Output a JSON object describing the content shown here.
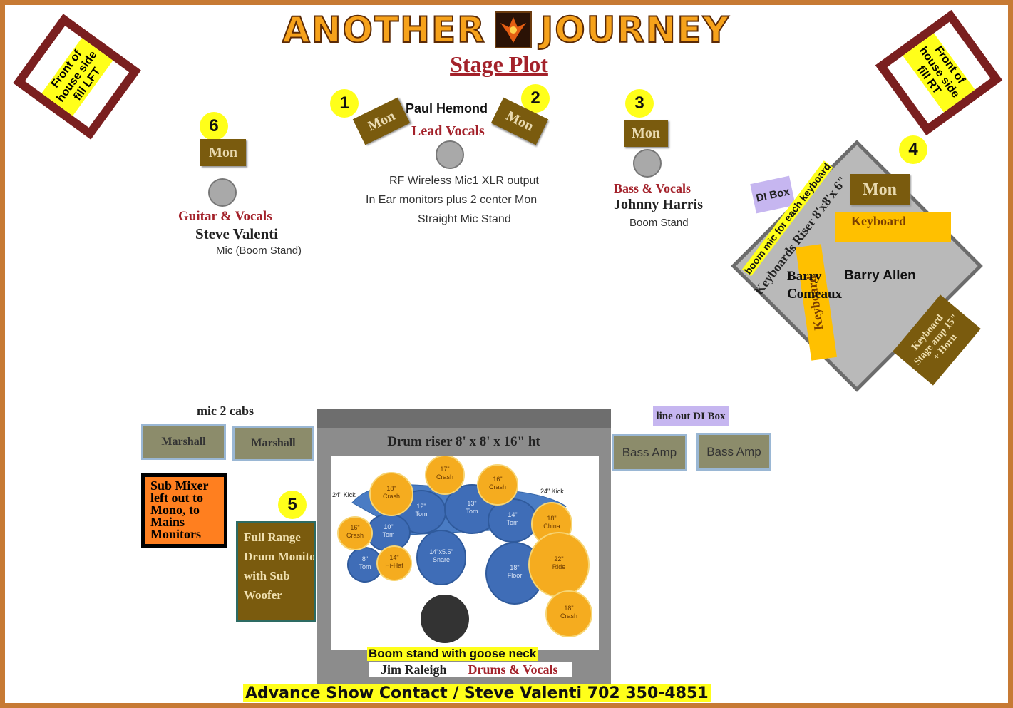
{
  "header": {
    "band_name_left": "ANOTHER",
    "band_name_right": "JOURNEY",
    "subtitle": "Stage Plot"
  },
  "foh_left": "Front of house side fill LFT",
  "foh_right": "Front of house side fill RT",
  "monitor_label": "Mon",
  "positions": {
    "n1": "1",
    "n2": "2",
    "n3": "3",
    "n4": "4",
    "n5": "5",
    "n6": "6"
  },
  "lead": {
    "name": "Paul Hemond",
    "role": "Lead Vocals",
    "notes": [
      "RF Wireless Mic1 XLR output",
      "In Ear monitors plus 2 center Mon",
      "Straight Mic Stand"
    ]
  },
  "guitar": {
    "role": "Guitar & Vocals",
    "name": "Steve Valenti",
    "note": "Mic (Boom Stand)"
  },
  "bass": {
    "role": "Bass & Vocals",
    "name": "Johnny Harris",
    "note": "Boom Stand"
  },
  "keys": {
    "riser": "Keyboards Riser 8'x8'x 6\"",
    "boom_note": "boom mic for each keyboard",
    "di_box": "DI Box",
    "keyboard": "Keyboard",
    "player1": "Barry Comeaux",
    "player2": "Barry Allen",
    "stage_amp": "Keyboard Stage amp 15\" + Horn"
  },
  "backline": {
    "mic_cabs": "mic 2 cabs",
    "marshall": "Marshall",
    "sub_mixer": "Sub Mixer left out to Mono, to Mains Monitors",
    "drum_monitor": "Full Range Drum Monitor with Sub Woofer",
    "line_out": "line out DI Box",
    "bass_amp": "Bass Amp"
  },
  "drums": {
    "riser": "Drum riser 8' x 8' x 16\" ht",
    "kick_left": "24\" Kick",
    "kick_right": "24\" Kick",
    "pieces": [
      {
        "label": "16\" Crash",
        "kind": "cymbal"
      },
      {
        "label": "18\" Crash",
        "kind": "cymbal"
      },
      {
        "label": "17\" Crash",
        "kind": "cymbal"
      },
      {
        "label": "16\" Crash",
        "kind": "cymbal"
      },
      {
        "label": "18\" China",
        "kind": "cymbal"
      },
      {
        "label": "22\" Ride",
        "kind": "cymbal"
      },
      {
        "label": "18\" Crash",
        "kind": "cymbal"
      },
      {
        "label": "14\" Hi-Hat",
        "kind": "cymbal"
      },
      {
        "label": "12\" Tom",
        "kind": "drum"
      },
      {
        "label": "13\" Tom",
        "kind": "drum"
      },
      {
        "label": "14\" Tom",
        "kind": "drum"
      },
      {
        "label": "10\" Tom",
        "kind": "drum"
      },
      {
        "label": "8\" Tom",
        "kind": "drum"
      },
      {
        "label": "14\"x5.5\" Snare",
        "kind": "drum"
      },
      {
        "label": "18\" Floor",
        "kind": "drum"
      }
    ],
    "boom_note": "Boom stand with goose neck",
    "player": "Jim Raleigh",
    "role": "Drums & Vocals"
  },
  "footer": {
    "contact": "Advance Show Contact / Steve Valenti 702 350-4851"
  }
}
